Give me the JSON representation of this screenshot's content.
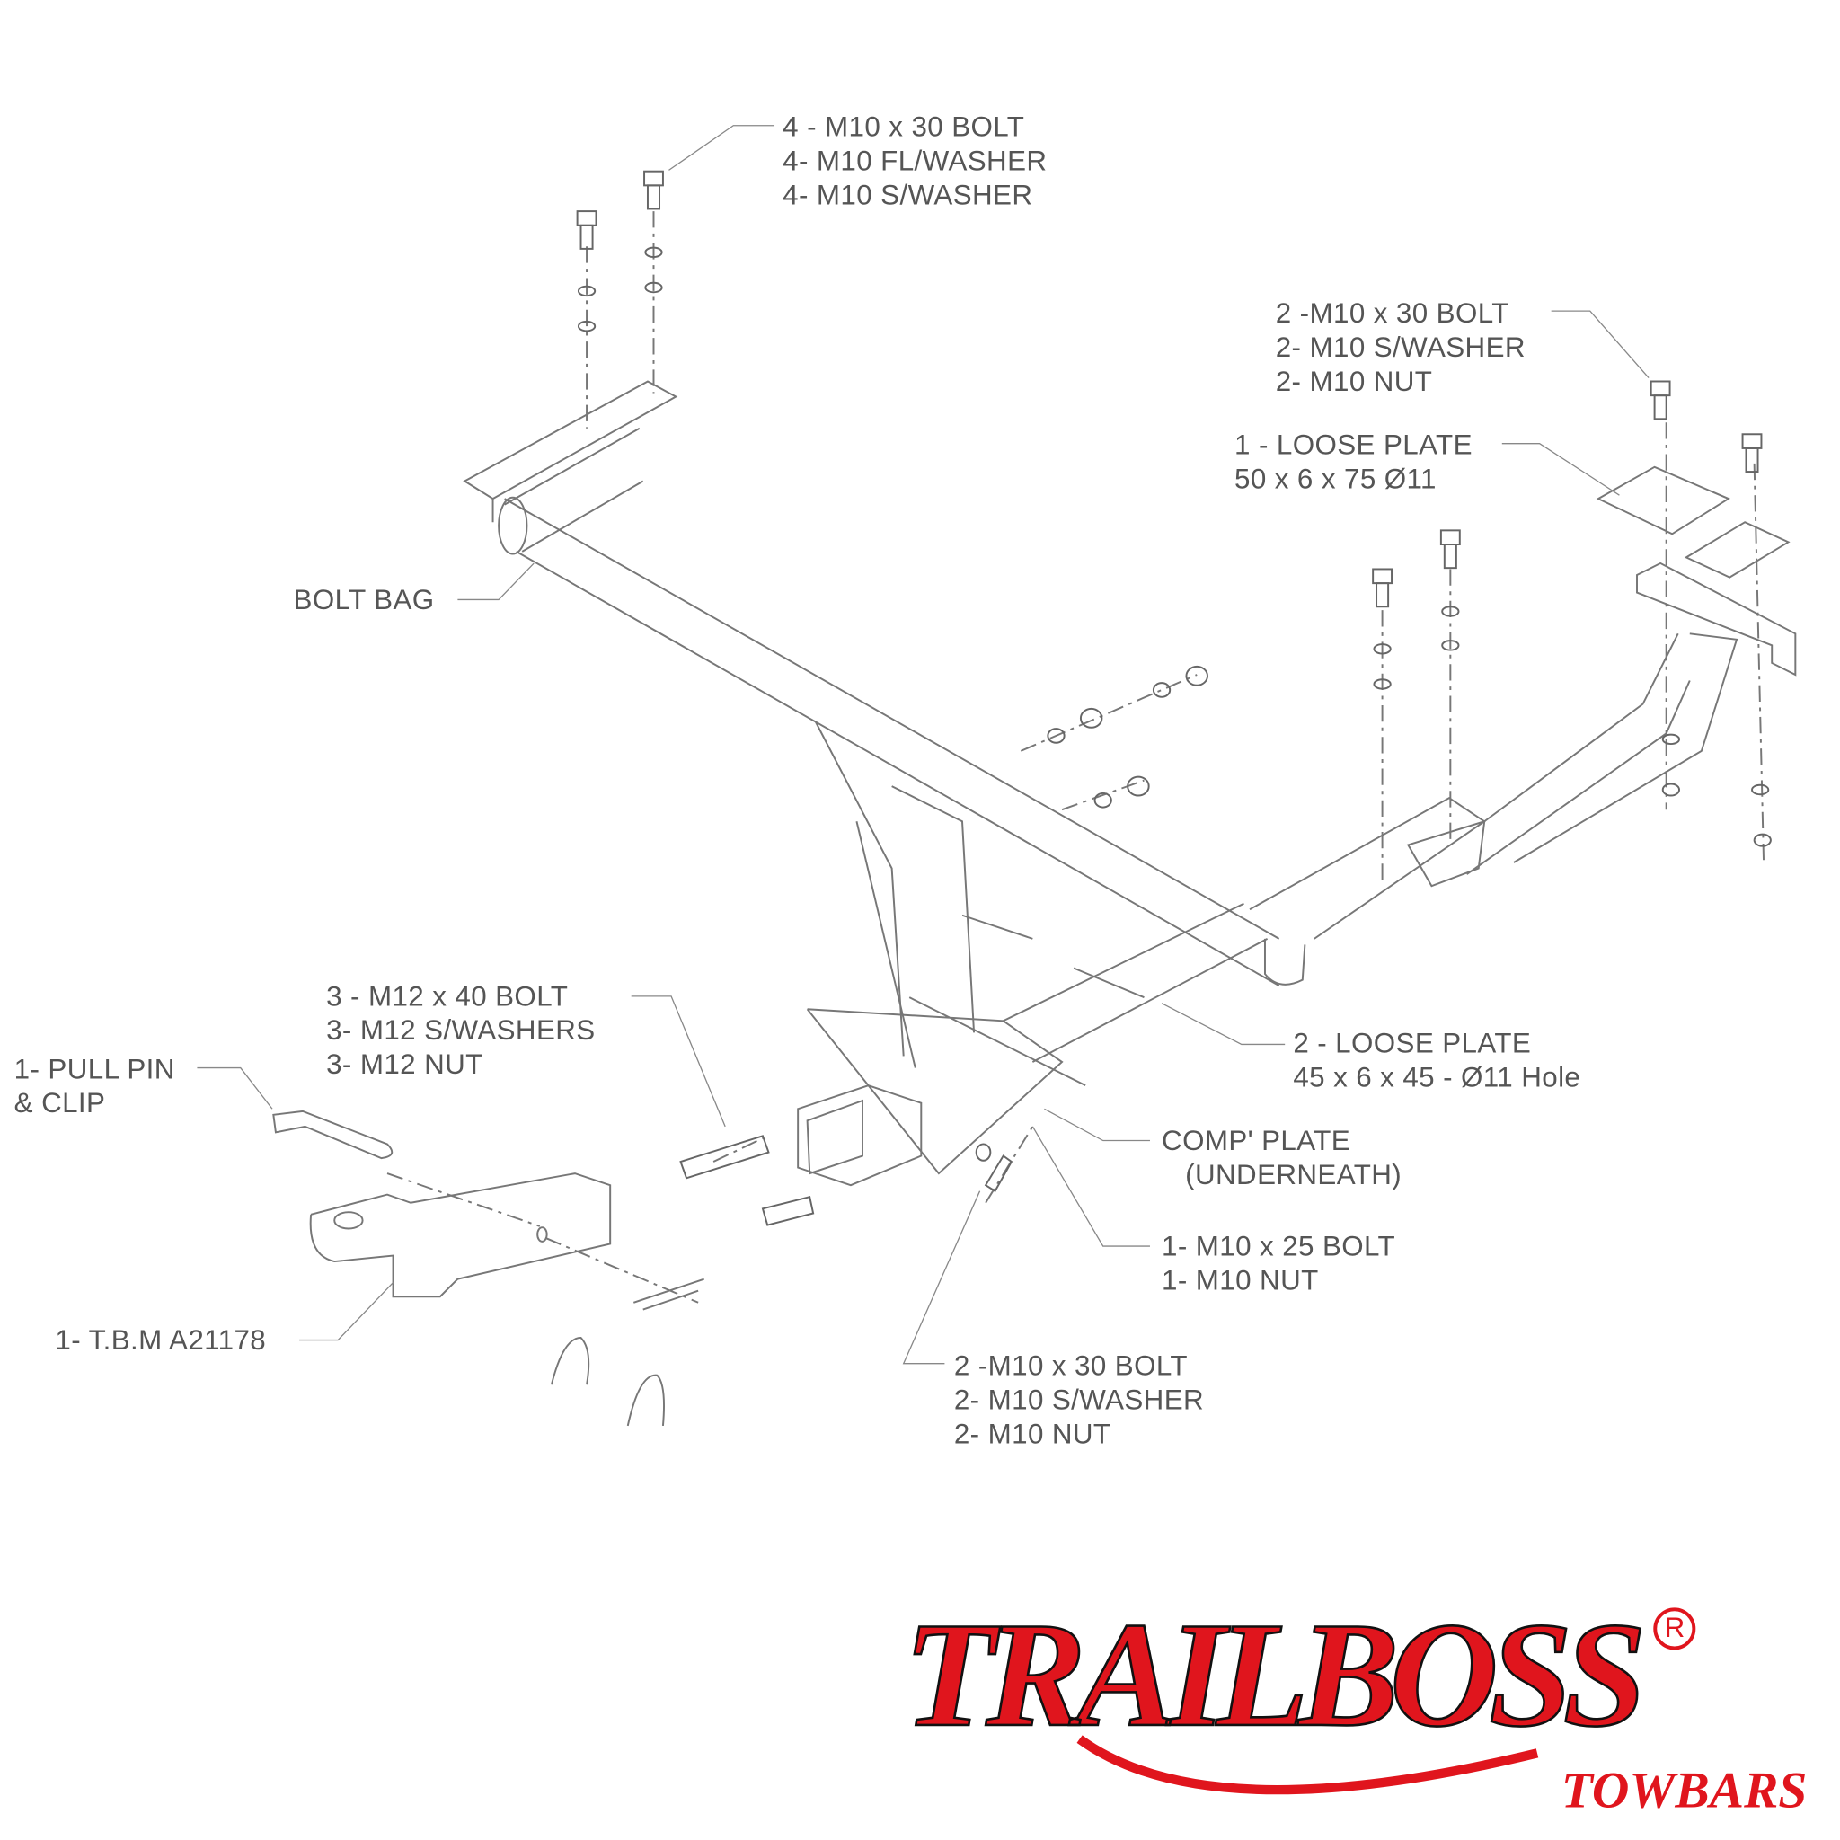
{
  "labels": {
    "top_bolts": [
      "4 - M10 x 30 BOLT",
      "4-  M10 FL/WASHER",
      "4- M10 S/WASHER"
    ],
    "right_bolts": [
      "2 -M10 x 30 BOLT",
      "2- M10 S/WASHER",
      "2- M10 NUT"
    ],
    "loose_plate_1": [
      "1 - LOOSE PLATE",
      "50  x 6 x 75 Ø11"
    ],
    "bolt_bag": "BOLT BAG",
    "m12_bolts": [
      "3 - M12 x 40 BOLT",
      "3-  M12 S/WASHERS",
      "3-  M12 NUT"
    ],
    "pull_pin": [
      "1- PULL PIN",
      "& CLIP"
    ],
    "loose_plate_2": [
      "2 - LOOSE PLATE",
      "45 x 6 x 45 - Ø11 Hole"
    ],
    "comp_plate": [
      "COMP' PLATE",
      "(UNDERNEATH)"
    ],
    "m10x25": [
      "1- M10 x 25 BOLT",
      "1- M10 NUT"
    ],
    "tbm": "1- T.B.M A21178",
    "bottom_bolts": [
      "2 -M10 x 30 BOLT",
      "2- M10 S/WASHER",
      "2- M10 NUT"
    ]
  },
  "logo": {
    "brand": "TRAILBOSS",
    "sub": "TOWBARS",
    "reg": "R",
    "color": "#e0151d"
  }
}
